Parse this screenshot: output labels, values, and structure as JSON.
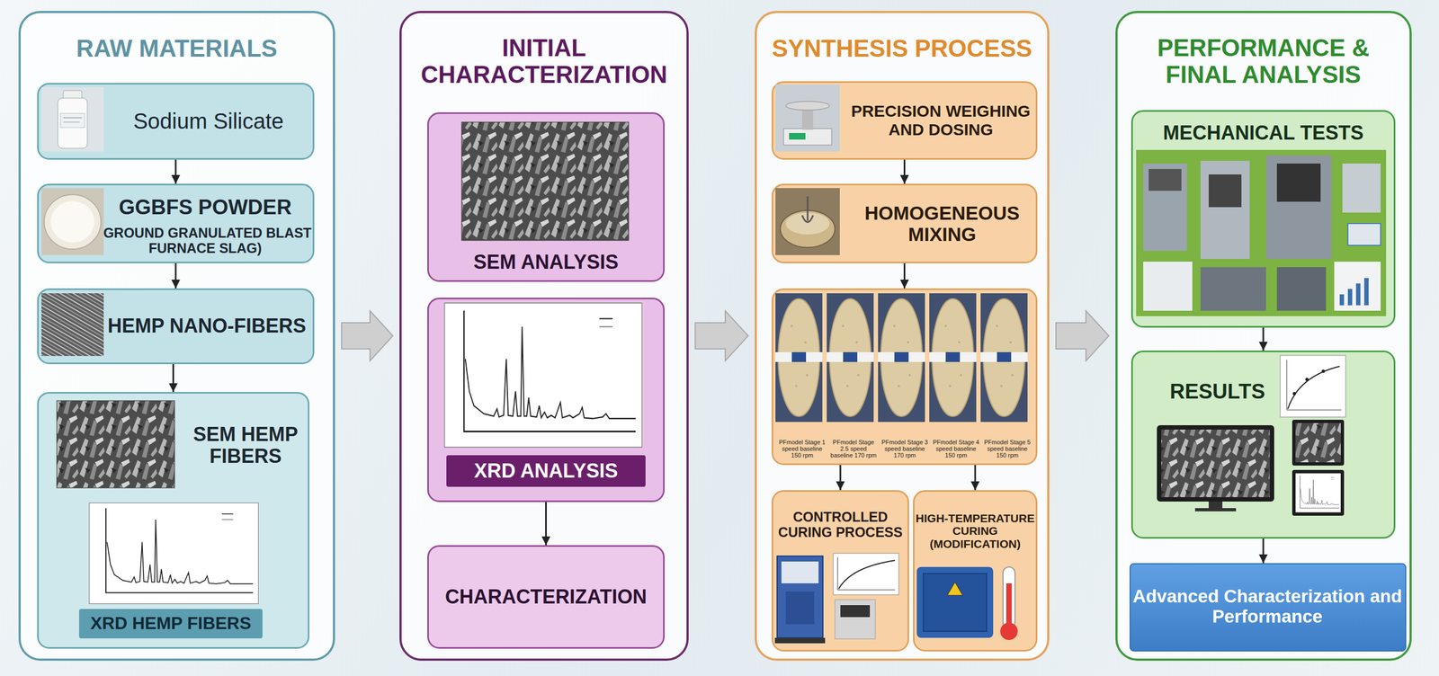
{
  "diagram": {
    "nodes": [
      {
        "text": [
          "RAW MATERIALS"
        ]
      },
      {
        "text": [
          "Sodium Silicate"
        ],
        "in": 0
      },
      {
        "text": [
          "GGBFS POWDER",
          "(GROUND GRANULATED BLAST FURNACE SLAG)"
        ],
        "in": 0
      },
      {
        "text": [
          "HEMP NANO-FIBERS"
        ],
        "in": 0
      },
      {
        "text": [
          "SEM HEMP FIBERS",
          "XRD HEMP FIBERS"
        ],
        "in": 0
      },
      {
        "text": [
          "INITIAL CHARACTERIZATION"
        ]
      },
      {
        "text": [
          "SEM ANALYSIS"
        ],
        "in": 5
      },
      {
        "text": [
          "XRD ANALYSIS"
        ],
        "in": 5
      },
      {
        "text": [
          "CHARACTERIZATION"
        ],
        "in": 5
      },
      {
        "text": [
          "SYNTHESIS PROCESS"
        ]
      },
      {
        "text": [
          "PRECISION WEIGHING AND DOSING"
        ],
        "in": 9
      },
      {
        "text": [
          "HOMOGENEOUS MIXING"
        ],
        "in": 9
      },
      {
        "text": [
          "PFmodel Stage 1 speed baseline 150 rpm",
          "PFmodel Stage 2.5 speed baseline 170 rpm",
          "PFmodel Stage 3 speed baseline 170 rpm",
          "PFmodel Stage 4 speed baseline 150 rpm",
          "PFmodel Stage 5 speed baseline 150 rpm"
        ],
        "in": 9
      },
      {
        "text": [
          "CONTROLLED CURING PROCESS"
        ],
        "in": 9
      },
      {
        "text": [
          "HIGH-TEMPERATURE CURING (MODIFICATION)"
        ],
        "in": 9
      },
      {
        "text": [
          "PERFORMANCE & FINAL ANALYSIS"
        ]
      },
      {
        "text": [
          "MECHANICAL TESTS"
        ],
        "in": 15
      },
      {
        "text": [
          "RESULTS"
        ],
        "in": 15
      },
      {
        "text": [
          "Advanced Characterization and Performance"
        ],
        "in": 15
      }
    ],
    "edges": [
      {
        "from": 1,
        "to": 2,
        "arrow": "to"
      },
      {
        "from": 2,
        "to": 3,
        "arrow": "to"
      },
      {
        "from": 3,
        "to": 4,
        "arrow": "to"
      },
      {
        "from": 0,
        "to": 5,
        "arrow": "to"
      },
      {
        "from": 7,
        "to": 8,
        "arrow": "to"
      },
      {
        "from": 5,
        "to": 9,
        "arrow": "to"
      },
      {
        "from": 10,
        "to": 11,
        "arrow": "to"
      },
      {
        "from": 11,
        "to": 12,
        "arrow": "to"
      },
      {
        "from": 12,
        "to": 13,
        "arrow": "to"
      },
      {
        "from": 12,
        "to": 14,
        "arrow": "to"
      },
      {
        "from": 9,
        "to": 15,
        "arrow": "to"
      },
      {
        "from": 16,
        "to": 17,
        "arrow": "to"
      },
      {
        "from": 17,
        "to": 18,
        "arrow": "to"
      }
    ]
  }
}
